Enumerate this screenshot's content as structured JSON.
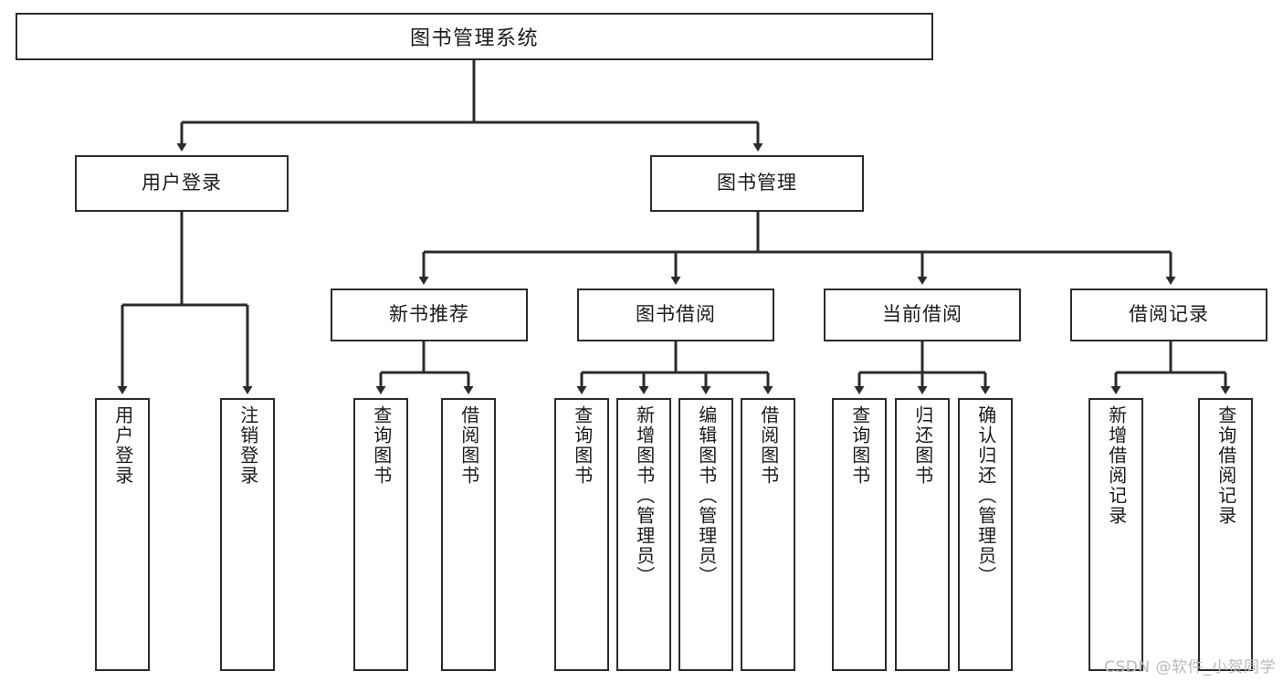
{
  "diagram": {
    "title": "图书管理系统",
    "type": "tree-hierarchy",
    "watermark": "CSDN @软件_小贺同学",
    "colors": {
      "box_border": "#2b2b2b",
      "box_fill": "#ffffff",
      "edge": "#2b2b2b",
      "text": "#1a1a1a",
      "watermark": "#b9b9b9"
    }
  },
  "nodes": {
    "root": {
      "label": "图书管理系统"
    },
    "level2": [
      {
        "label": "用户登录"
      },
      {
        "label": "图书管理"
      }
    ],
    "level3": [
      {
        "label": "新书推荐"
      },
      {
        "label": "图书借阅"
      },
      {
        "label": "当前借阅"
      },
      {
        "label": "借阅记录"
      }
    ],
    "leaves_user_login": [
      {
        "label": "用户登录"
      },
      {
        "label": "注销登录"
      }
    ],
    "leaves_new_book": [
      {
        "label": "查询图书"
      },
      {
        "label": "借阅图书"
      }
    ],
    "leaves_borrow": [
      {
        "label": "查询图书"
      },
      {
        "label": "新增图书（管理员）"
      },
      {
        "label": "编辑图书（管理员）"
      },
      {
        "label": "借阅图书"
      }
    ],
    "leaves_current": [
      {
        "label": "查询图书"
      },
      {
        "label": "归还图书"
      },
      {
        "label": "确认归还（管理员）"
      }
    ],
    "leaves_records": [
      {
        "label": "新增借阅记录"
      },
      {
        "label": "查询借阅记录"
      }
    ]
  }
}
